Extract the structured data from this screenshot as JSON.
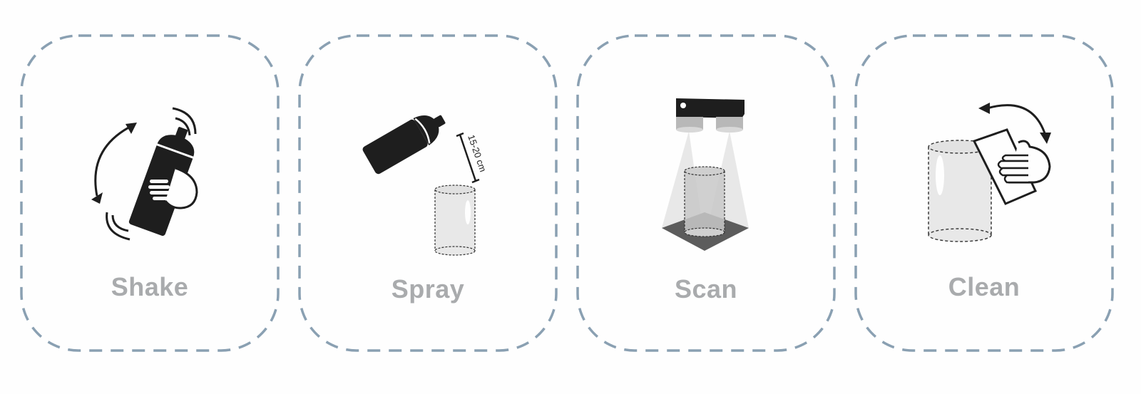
{
  "colors": {
    "background": "#fefefe",
    "border_dash": "#8aa0b2",
    "label": "#a9abad",
    "ink": "#1e1e1e",
    "glass": "#e6e6e6",
    "scanner_floor": "#5c5c5c",
    "scanner_beam": "#d9d9d9"
  },
  "steps": [
    {
      "label": "Shake",
      "icon": "shake-can-icon"
    },
    {
      "label": "Spray",
      "icon": "spray-can-icon",
      "annotation": "15-20 cm"
    },
    {
      "label": "Scan",
      "icon": "scanner-icon"
    },
    {
      "label": "Clean",
      "icon": "wipe-cloth-icon"
    }
  ]
}
